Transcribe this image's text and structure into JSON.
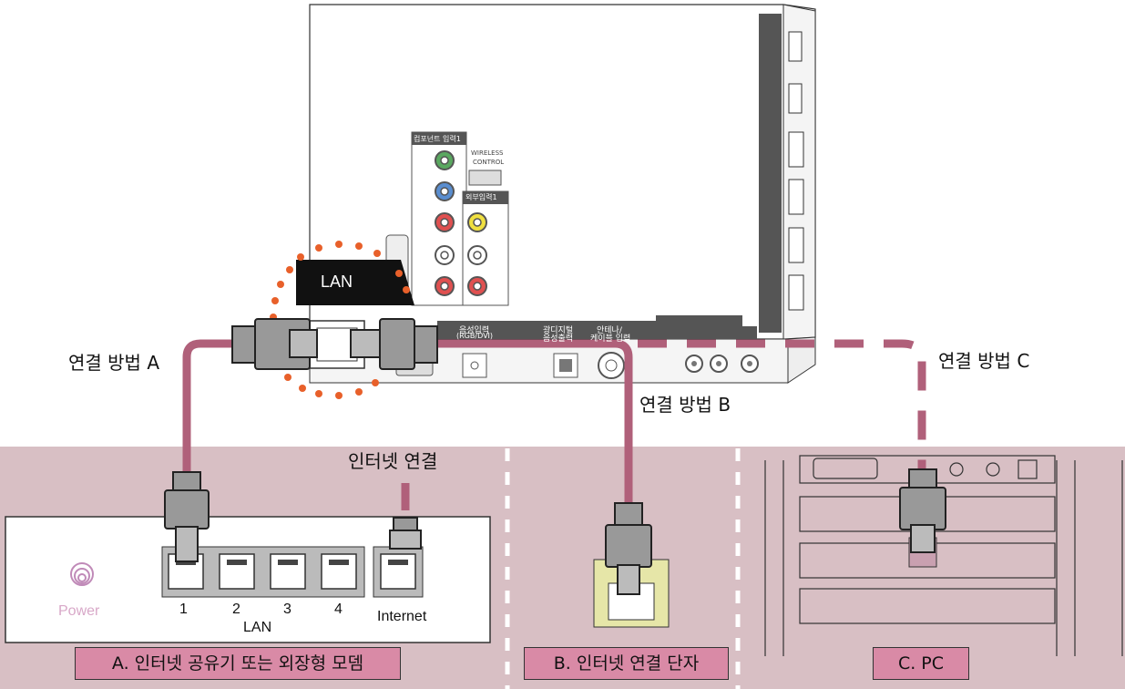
{
  "connections": {
    "a": "연결 방법 A",
    "b": "연결 방법 B",
    "c": "연결 방법 C",
    "internet": "인터넷 연결"
  },
  "tv": {
    "lan_label": "LAN",
    "component_input": "컴포넌트 입력1",
    "wireless_line1": "WIRELESS",
    "wireless_line2": "CONTROL",
    "external_input": "외부입력1",
    "audio_input": "음성입력",
    "audio_input_sub": "(RGB/DVI)",
    "optical_line1": "광디지털",
    "optical_line2": "음성출력",
    "antenna_line1": "안테나/",
    "antenna_line2": "케이블 입력"
  },
  "router": {
    "power_label": "Power",
    "port_numbers": [
      "1",
      "2",
      "3",
      "4"
    ],
    "lan_label": "LAN",
    "internet_label": "Internet",
    "icon": "power-icon"
  },
  "captions": {
    "a": "A. 인터넷 공유기 또는 외장형 모뎀",
    "b": "B. 인터넷 연결 단자",
    "c": "C. PC"
  },
  "colors": {
    "cable": "#b0607a",
    "panel": "#d8bfc4",
    "caption_bg": "#d98aa6",
    "highlight": "#e8602a",
    "wall_plate": "#e6e6a8"
  }
}
